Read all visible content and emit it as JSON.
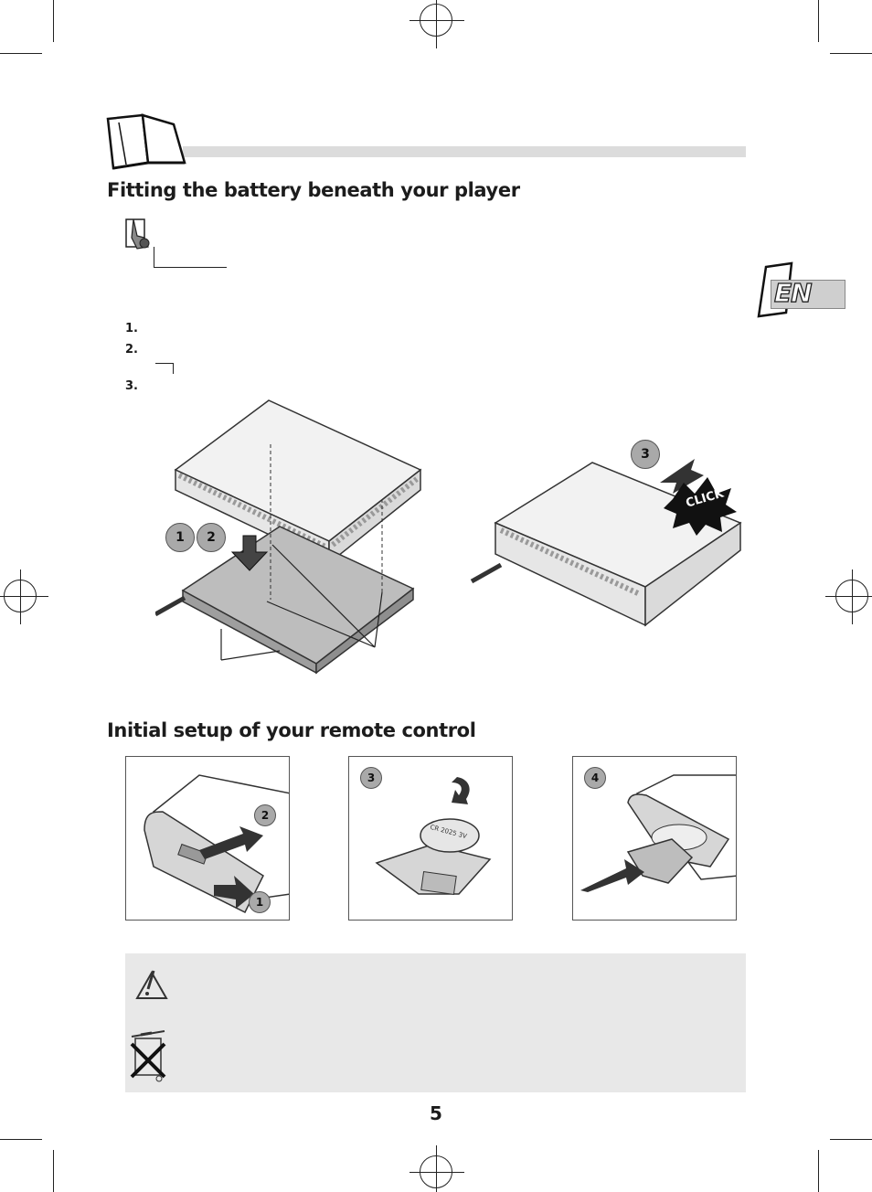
{
  "header": {
    "book_icon": "open-book-icon"
  },
  "language_tab": {
    "label": "EN",
    "icon": "page-tab-icon"
  },
  "section_battery": {
    "title": "Fitting the battery beneath your player",
    "note_icon": "hand-pointer-icon",
    "steps": [
      {
        "number": "1."
      },
      {
        "number": "2."
      },
      {
        "number": "3."
      }
    ],
    "illustration": {
      "labels": [
        "1",
        "2",
        "3"
      ],
      "click_label": "CLICK"
    }
  },
  "section_remote": {
    "title": "Initial setup of your remote control",
    "panels": [
      {
        "badges": [
          "2",
          "1"
        ]
      },
      {
        "badges": [
          "3"
        ],
        "battery_text": "CR 2025 3V"
      },
      {
        "badges": [
          "4"
        ]
      }
    ]
  },
  "warning": {
    "warning_icon": "warning-triangle-icon",
    "recycle_icon": "crossed-bin-icon"
  },
  "footer": {
    "page_number": "5"
  },
  "colors": {
    "accent_gray": "#dcdcdc",
    "badge_gray": "#a9a9a9",
    "box_gray": "#e8e8e8"
  }
}
